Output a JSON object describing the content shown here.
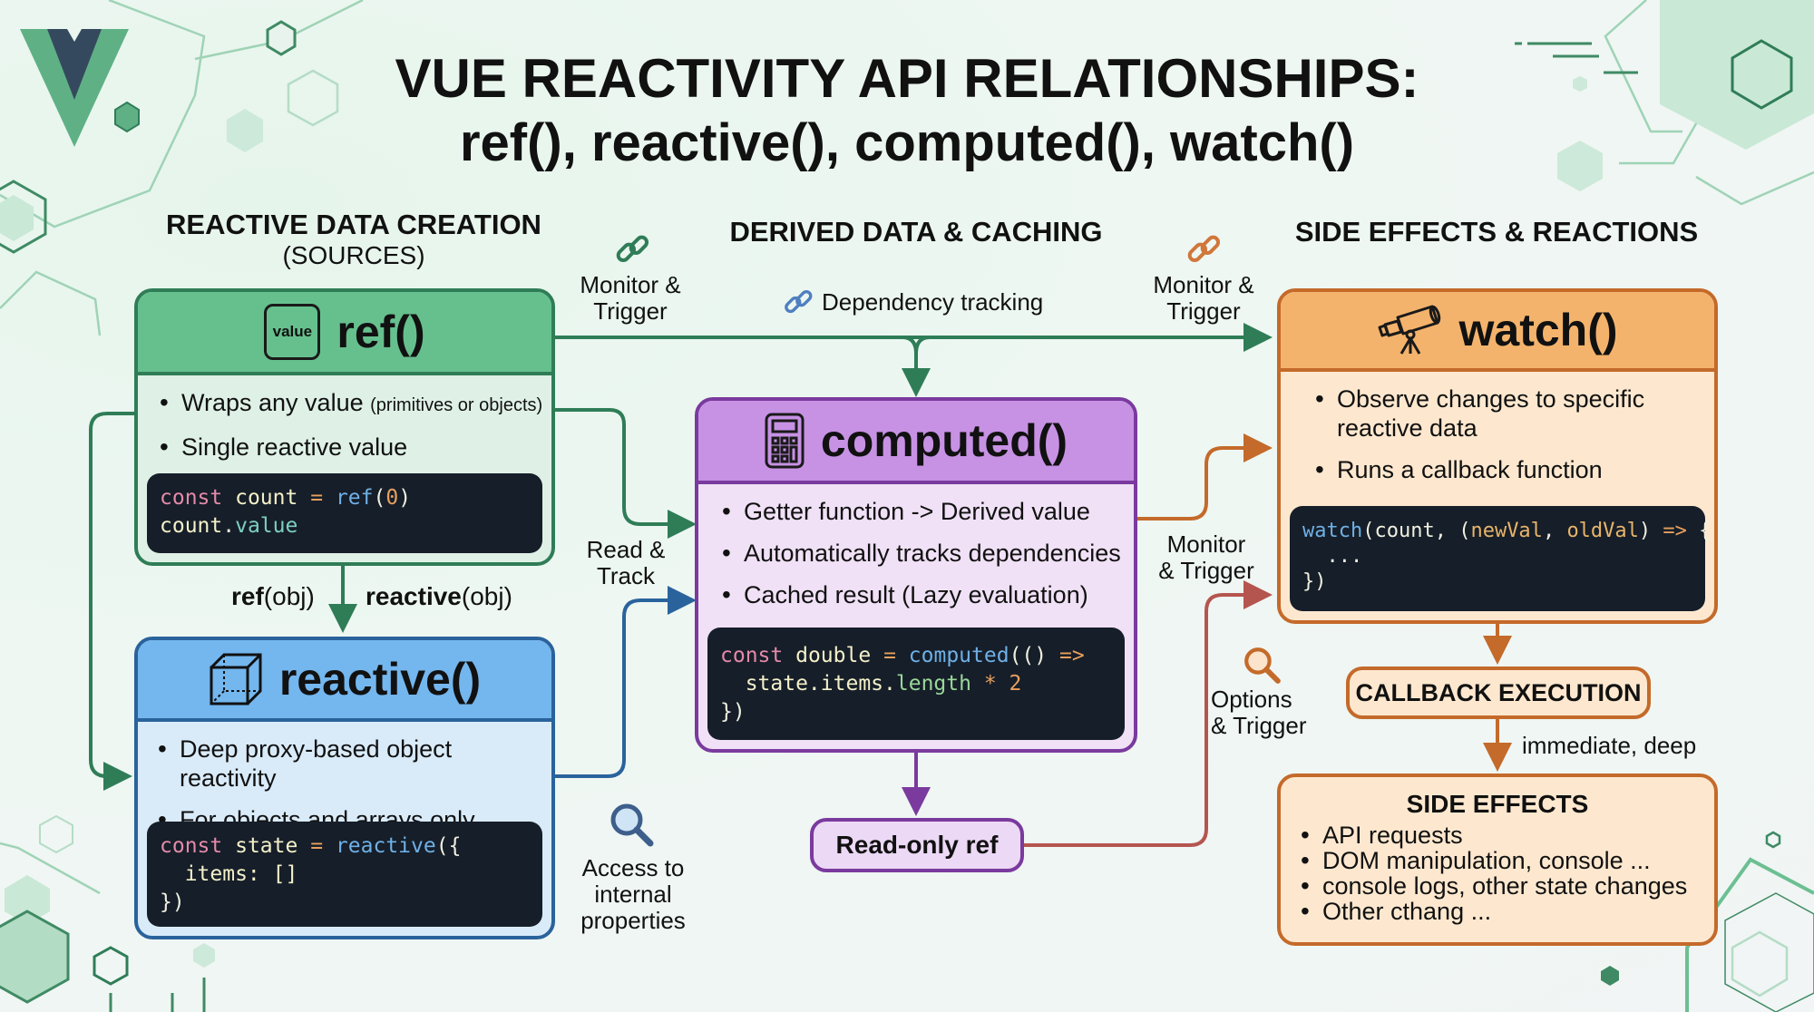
{
  "title": {
    "line1": "VUE REACTIVITY API RELATIONSHIPS:",
    "line2": "ref(), reactive(), computed(), watch()"
  },
  "sections": {
    "sources": {
      "title": "REACTIVE DATA CREATION",
      "subtitle": "(SOURCES)"
    },
    "derived": {
      "title": "DERIVED DATA & CACHING"
    },
    "effects": {
      "title": "SIDE EFFECTS & REACTIONS"
    }
  },
  "colors": {
    "green": "#2f7d57",
    "green_head": "#66c08e",
    "green_body": "#dff1e6",
    "blue": "#2a639c",
    "blue_head": "#74b6ee",
    "blue_body": "#d9ebf9",
    "purple": "#7a3a9e",
    "purple_head": "#c792e4",
    "purple_body": "#f0e1f6",
    "orange": "#c46a2a",
    "orange_head": "#f4b36c",
    "orange_body": "#fde8cf",
    "code_bg": "#161e29"
  },
  "cards": {
    "ref": {
      "icon_text": "value",
      "title": "ref()",
      "bullets": [
        "Wraps any value",
        "Single reactive value"
      ],
      "bullet1_note": "(primitives or objects)",
      "code": {
        "l1_kw": "const",
        "l1_var": "count",
        "l1_op": "=",
        "l1_fn": "ref",
        "l1_open": "(",
        "l1_num": "0",
        "l1_close": ")",
        "l2_obj": "count",
        "l2_dot": ".",
        "l2_prop": "value"
      }
    },
    "reactive": {
      "title": "reactive()",
      "bullets": [
        "Deep proxy-based object reactivity",
        "For objects and arrays only"
      ],
      "code": {
        "l1_kw": "const",
        "l1_var": "state",
        "l1_op": "=",
        "l1_fn": "reactive",
        "l1_open": "({",
        "l2": "  items: []",
        "l3": "})"
      }
    },
    "computed": {
      "title": "computed()",
      "bullets": [
        "Getter function -> Derived value",
        "Automatically tracks dependencies",
        "Cached result (Lazy evaluation)"
      ],
      "code": {
        "l1_kw": "const",
        "l1_var": "double",
        "l1_op": "=",
        "l1_fn": "computed",
        "l1_paren": "(()",
        "l1_arrow": "=>",
        "l2_obj": "  state.items.",
        "l2_prop": "length",
        "l2_op": "*",
        "l2_num": "2",
        "l3": "})"
      }
    },
    "watch": {
      "title": "watch()",
      "bullets": [
        "Observe changes to specific reactive data",
        "Runs a callback function"
      ],
      "code": {
        "l1_fn": "watch",
        "l1_a": "(count, (",
        "l1_p1": "newVal",
        "l1_comma": ", ",
        "l1_p2": "oldVal",
        "l1_close": ")",
        "l1_arrow": "=>",
        "l1_brace": "{",
        "l2": "  ...",
        "l3": "})"
      }
    }
  },
  "nodes": {
    "readonly_ref": "Read-only ref",
    "callback_execution": "CALLBACK EXECUTION",
    "side_effects": {
      "title": "SIDE EFFECTS",
      "items": [
        "API requests",
        "DOM manipulation, console ...",
        "console logs, other state changes",
        "Other cthang ..."
      ]
    }
  },
  "edge_labels": {
    "monitor_trigger_left": [
      "Monitor &",
      "Trigger"
    ],
    "dependency_tracking": "Dependency tracking",
    "monitor_trigger_right": [
      "Monitor &",
      "Trigger"
    ],
    "ref_obj_bold": "ref",
    "ref_obj_rest": "(obj)",
    "reactive_obj_bold": "reactive",
    "reactive_obj_rest": "(obj)",
    "read_track": [
      "Read &",
      "Track"
    ],
    "access_internal": [
      "Access to",
      "internal",
      "properties"
    ],
    "monitor_trigger_mid": [
      "Monitor",
      "& Trigger"
    ],
    "options_trigger": [
      "Options",
      "& Trigger"
    ],
    "immediate_deep": "immediate, deep"
  }
}
